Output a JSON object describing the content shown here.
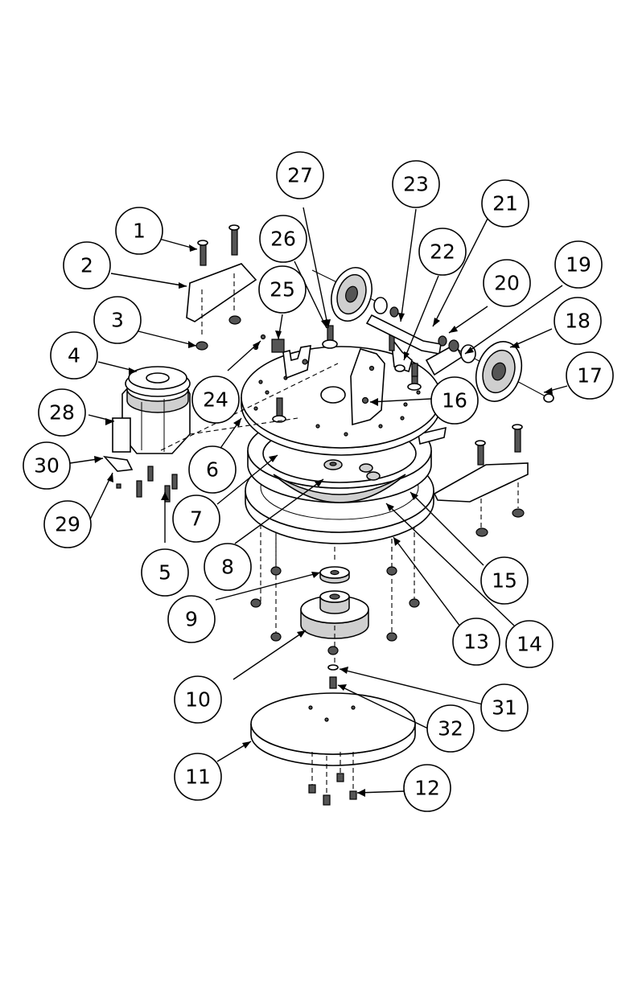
{
  "callouts": [
    {
      "label": "1"
    },
    {
      "label": "2"
    },
    {
      "label": "3"
    },
    {
      "label": "4"
    },
    {
      "label": "5"
    },
    {
      "label": "6"
    },
    {
      "label": "7"
    },
    {
      "label": "8"
    },
    {
      "label": "9"
    },
    {
      "label": "10"
    },
    {
      "label": "11"
    },
    {
      "label": "12"
    },
    {
      "label": "13"
    },
    {
      "label": "14"
    },
    {
      "label": "15"
    },
    {
      "label": "16"
    },
    {
      "label": "17"
    },
    {
      "label": "18"
    },
    {
      "label": "19"
    },
    {
      "label": "20"
    },
    {
      "label": "21"
    },
    {
      "label": "22"
    },
    {
      "label": "23"
    },
    {
      "label": "24"
    },
    {
      "label": "25"
    },
    {
      "label": "26"
    },
    {
      "label": "27"
    },
    {
      "label": "28"
    },
    {
      "label": "29"
    },
    {
      "label": "30"
    },
    {
      "label": "31"
    },
    {
      "label": "32"
    }
  ],
  "colors": {
    "line": "#000000",
    "fill": "#ffffff",
    "shade": "#cfcfcf"
  }
}
